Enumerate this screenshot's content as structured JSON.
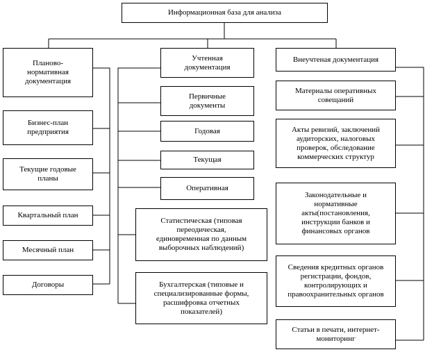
{
  "root": "Информационная база для анализа",
  "columns": [
    {
      "header": "Планово-\nнормативная\nдокументация",
      "items": [
        "Бизнес-план\nпредприятия",
        "Текущие годовые\nпланы",
        "Квартальный план",
        "Месячный план",
        "Договоры"
      ]
    },
    {
      "header": "Учтенная\nдокументация",
      "items": [
        "Первичные\nдокументы",
        "Годовая",
        "Текущая",
        "Оперативная",
        "Статистическая (типовая\nпереодическая,\nединовременная по данным\nвыборочных наблюдений)",
        "Бухгалтерская (типовые и\nспециализированные формы,\nрасшифровка отчетных\nпоказателей)"
      ]
    },
    {
      "header": "Внеучтеная документация",
      "items": [
        "Материалы оперативных\nсовещаний",
        "Акты ревизий, заключений\nаудиторских, налоговых\nпроверок, обследование\nкоммерческих структур",
        "Законодательные и\nнормативные\nакты(постановления,\nинструкции банков и\nфинансовых органов",
        "Сведения кредитных органов\nрегистрации, фондов,\nконтролирующих и\nправоохранительных органов",
        "Статьи в печати, интернет-\nмониторинг"
      ]
    }
  ]
}
